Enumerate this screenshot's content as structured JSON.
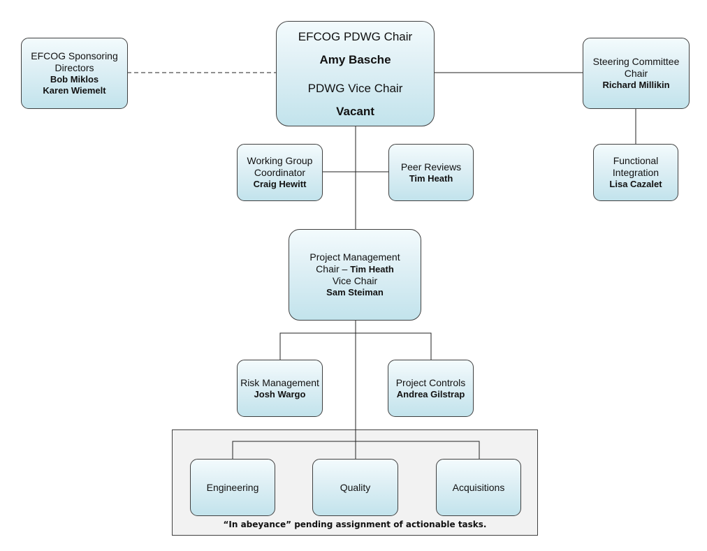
{
  "chair_box": {
    "title": "EFCOG PDWG Chair",
    "name": "Amy Basche",
    "vice_title": "PDWG Vice Chair",
    "vice_name": "Vacant"
  },
  "sponsoring_box": {
    "title": "EFCOG Sponsoring Directors",
    "names": [
      "Bob Miklos",
      "Karen Wiemelt"
    ]
  },
  "steering_box": {
    "title": "Steering Committee Chair",
    "name": "Richard Millikin"
  },
  "functional_box": {
    "title": "Functional Integration",
    "name": "Lisa Cazalet"
  },
  "coordinator_box": {
    "title": "Working Group Coordinator",
    "name": "Craig Hewitt"
  },
  "peer_box": {
    "title": "Peer Reviews",
    "name": "Tim Heath"
  },
  "pm_box": {
    "title": "Project Management",
    "chair_prefix": "Chair – ",
    "chair_name": "Tim Heath",
    "vice_title": "Vice Chair",
    "vice_name": "Sam Steiman"
  },
  "risk_box": {
    "title": "Risk Management",
    "name": "Josh Wargo"
  },
  "controls_box": {
    "title": "Project Controls",
    "name": "Andrea Gilstrap"
  },
  "abeyance": {
    "boxes": [
      "Engineering",
      "Quality",
      "Acquisitions"
    ],
    "note": "“In abeyance” pending assignment of actionable tasks."
  }
}
